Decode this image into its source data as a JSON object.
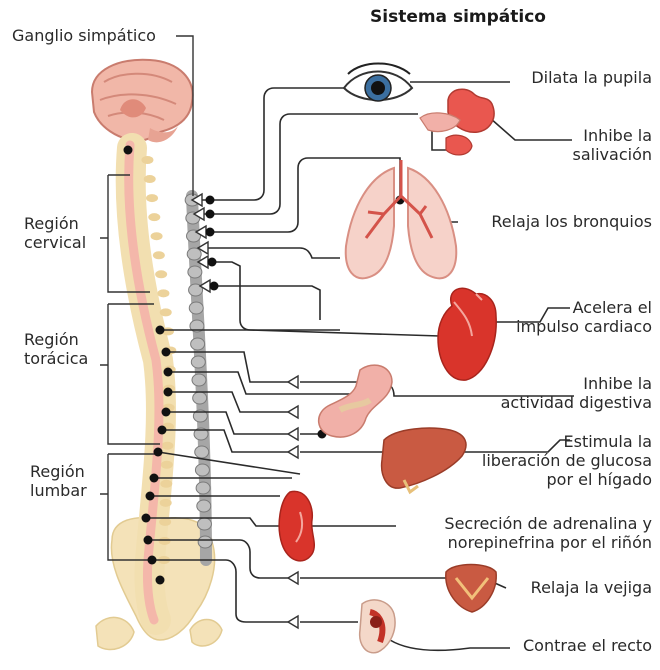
{
  "title": "Sistema simpático",
  "labels": {
    "ganglio": "Ganglio simpático",
    "cervical": [
      "Región",
      "cervical"
    ],
    "toracica": [
      "Región",
      "torácica"
    ],
    "lumbar": [
      "Región",
      "lumbar"
    ]
  },
  "effects": {
    "pupila": [
      "Dilata la pupila"
    ],
    "salivacion": [
      "Inhibe la",
      "salivación"
    ],
    "bronquios": [
      "Relaja los bronquios"
    ],
    "cardiaco": [
      "Acelera el",
      "impulso cardiaco"
    ],
    "digestiva": [
      "Inhibe la",
      "actividad digestiva"
    ],
    "glucosa": [
      "Estimula la",
      "liberación de glucosa",
      "por el hígado"
    ],
    "adrenalina": [
      "Secreción de adrenalina y",
      "norepinefrina por el riñón"
    ],
    "vejiga": [
      "Relaja la vejiga"
    ],
    "recto": [
      "Contrae el recto"
    ]
  },
  "colors": {
    "line": "#2b2b2b",
    "organ_red": "#d9342b",
    "organ_pink": "#f1b0a8",
    "spine_pink": "#f4b7aa",
    "bone": "#f2dfb0",
    "chain_gray": "#a6a6a6",
    "liver": "#c95a42"
  }
}
